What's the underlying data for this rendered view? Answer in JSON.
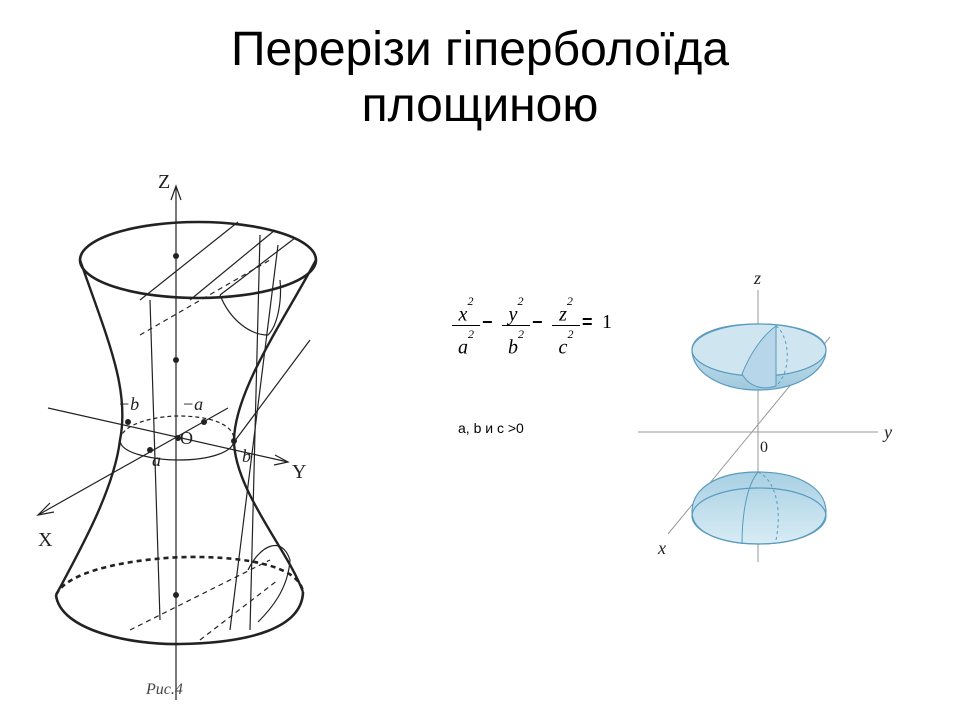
{
  "title": {
    "line1": "Перерізи гіперболоїда",
    "line2": "площиною"
  },
  "left_figure": {
    "axis_z": "Z",
    "axis_x": "X",
    "axis_y": "Y",
    "origin": "O",
    "label_a": "a",
    "label_neg_a": "−a",
    "label_b": "b",
    "label_neg_b": "−b",
    "caption": "Рис.4"
  },
  "equation": {
    "num_x": "x",
    "den_a": "a",
    "num_y": "y",
    "den_b": "b",
    "num_z": "z",
    "den_c": "c",
    "power": "2",
    "minus1": "−",
    "minus2": "−",
    "equals": "=",
    "rhs": "1"
  },
  "condition": "a, b и c >0",
  "right_figure": {
    "axis_z": "z",
    "axis_y": "y",
    "axis_x": "x",
    "origin": "0",
    "fill_color": "#bcdbea",
    "edge_color": "#5a9bbd"
  }
}
